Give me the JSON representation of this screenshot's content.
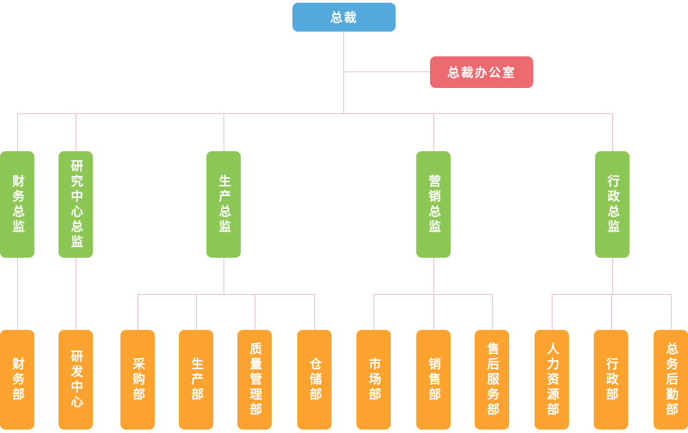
{
  "chart": {
    "title": "company-org-chart",
    "root": {
      "label": "总裁"
    },
    "office": {
      "label": "总裁办公室"
    },
    "directors": [
      {
        "label": "财务总监"
      },
      {
        "label": "研究中心总监"
      },
      {
        "label": "生产总监"
      },
      {
        "label": "营销总监"
      },
      {
        "label": "行政总监"
      }
    ],
    "departments": [
      {
        "label": "财务部"
      },
      {
        "label": "研发中心"
      },
      {
        "label": "采购部"
      },
      {
        "label": "生产部"
      },
      {
        "label": "质量管理部"
      },
      {
        "label": "仓储部"
      },
      {
        "label": "市场部"
      },
      {
        "label": "销售部"
      },
      {
        "label": "售后服务部"
      },
      {
        "label": "人力资源部"
      },
      {
        "label": "行政部"
      },
      {
        "label": "总务后勤部"
      }
    ],
    "hierarchy": {
      "总裁": [
        "总裁办公室",
        "财务总监",
        "研究中心总监",
        "生产总监",
        "营销总监",
        "行政总监"
      ],
      "财务总监": [
        "财务部"
      ],
      "研究中心总监": [
        "研发中心"
      ],
      "生产总监": [
        "采购部",
        "生产部",
        "质量管理部",
        "仓储部"
      ],
      "营销总监": [
        "市场部",
        "销售部",
        "售后服务部"
      ],
      "行政总监": [
        "人力资源部",
        "行政部",
        "总务后勤部"
      ]
    },
    "colors": {
      "root": "#55aadd",
      "office": "#ee6a70",
      "director": "#8cc655",
      "department": "#fca32f",
      "connector": "#e3bdbd"
    }
  }
}
